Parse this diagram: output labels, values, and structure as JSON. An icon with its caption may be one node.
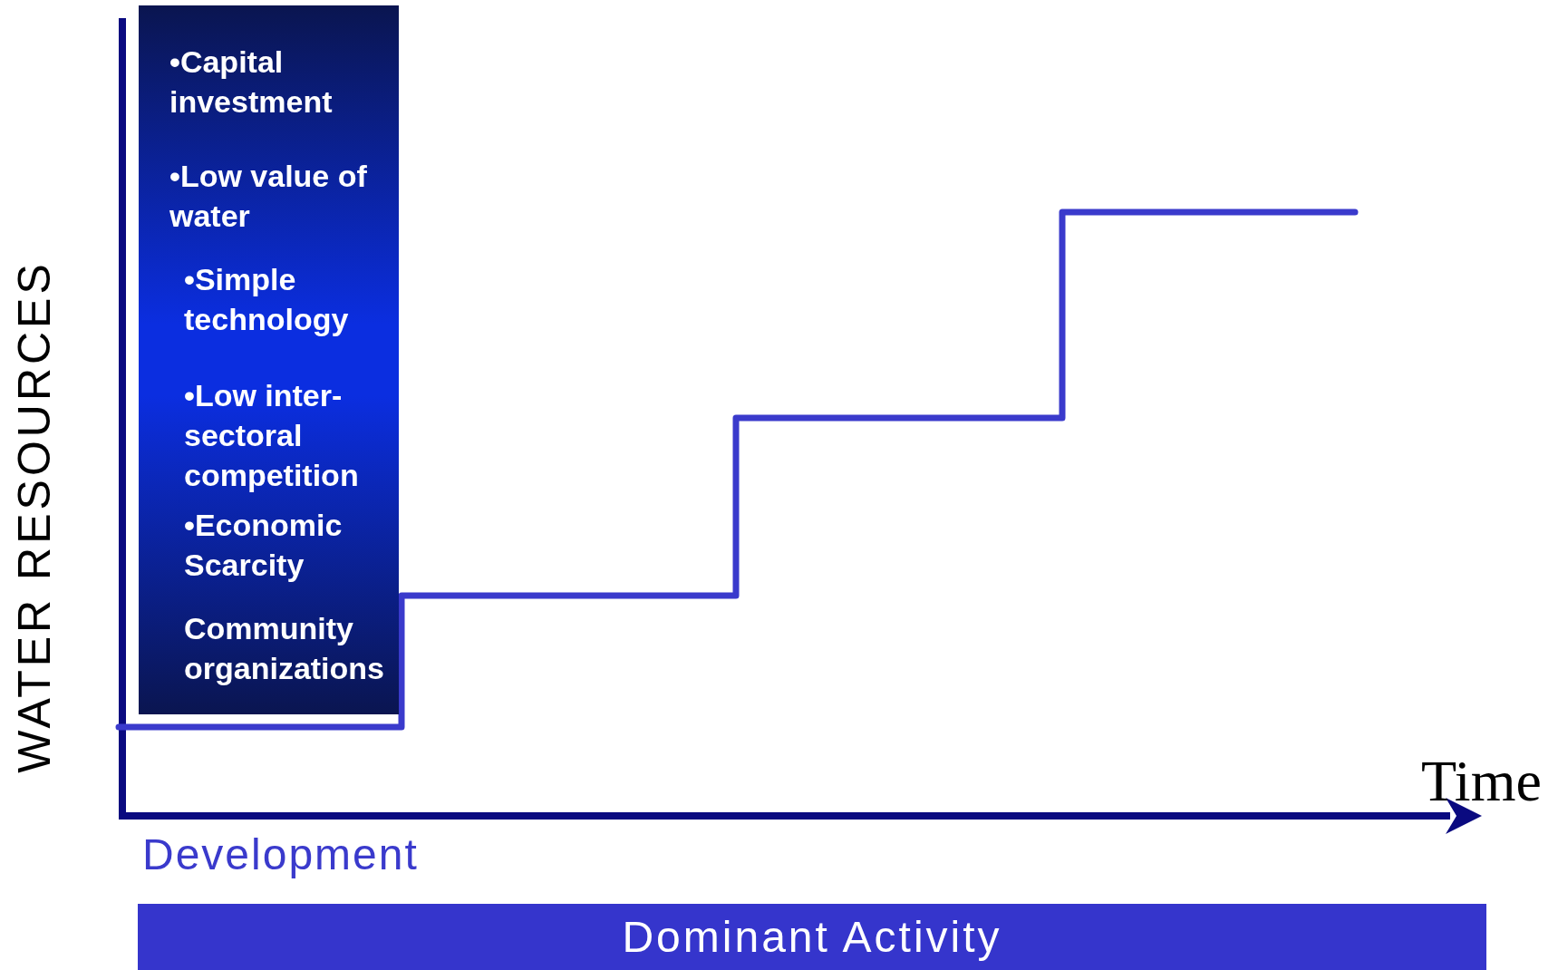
{
  "diagram": {
    "nodes": [
      {
        "text": [
          "•Capital investment",
          "•Low value of water",
          "•Simple technology",
          "•Low inter-sectoral competition",
          "•Economic Scarcity",
          "Community organizations"
        ]
      },
      {
        "text": [
          "Dominant Activity"
        ]
      }
    ],
    "labels": [
      "WATER RESOURCES",
      "Time",
      "Development"
    ]
  }
}
